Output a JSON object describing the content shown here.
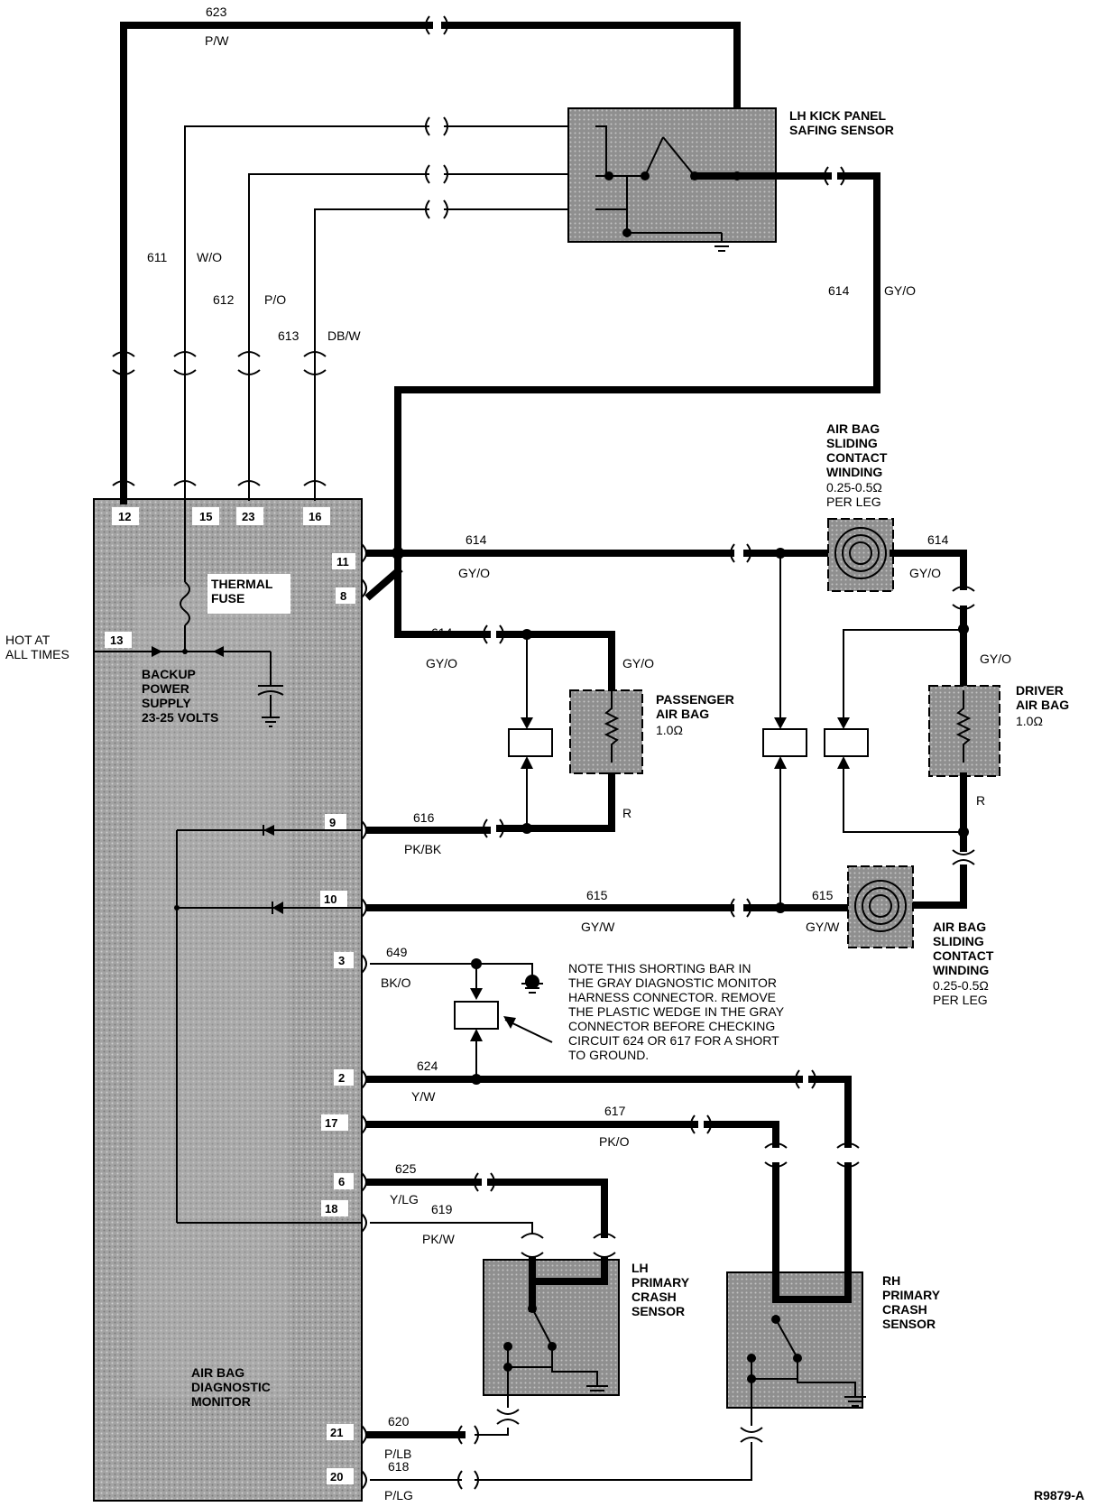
{
  "monitor": {
    "name": "AIR BAG\nDIAGNOSTIC\nMONITOR",
    "thermal_fuse": "THERMAL\nFUSE",
    "backup": "BACKUP\nPOWER\nSUPPLY\n23-25 VOLTS",
    "hot": "HOT AT\nALL TIMES"
  },
  "components": {
    "safing": "LH KICK PANEL\nSAFING SENSOR",
    "clockspring_top": "AIR BAG\nSLIDING\nCONTACT\nWINDING",
    "clockspring_top_spec": "0.25-0.5Ω\nPER LEG",
    "passenger": "PASSENGER\nAIR BAG",
    "passenger_spec": "1.0Ω",
    "driver": "DRIVER\nAIR BAG",
    "driver_spec": "1.0Ω",
    "clockspring_bottom": "AIR BAG\nSLIDING\nCONTACT\nWINDING",
    "clockspring_bottom_spec": "0.25-0.5Ω\nPER LEG",
    "lh_crash": "LH\nPRIMARY\nCRASH\nSENSOR",
    "rh_crash": "RH\nPRIMARY\nCRASH\nSENSOR"
  },
  "pins": {
    "p12": "12",
    "p15": "15",
    "p23": "23",
    "p16": "16",
    "p13": "13",
    "p11": "11",
    "p8": "8",
    "p9": "9",
    "p10": "10",
    "p3": "3",
    "p2": "2",
    "p17": "17",
    "p6": "6",
    "p18": "18",
    "p21": "21",
    "p20": "20"
  },
  "circuits": {
    "c623": "623",
    "c623_color": "P/W",
    "c611": "611",
    "c611_color": "W/O",
    "c612": "612",
    "c612_color": "P/O",
    "c613": "613",
    "c613_color": "DB/W",
    "c614_riser": "614",
    "c614_riser_color": "GY/O",
    "c614_main": "614",
    "c614_main_color": "GY/O",
    "c614_pass": "614",
    "c614_pass_color": "GY/O",
    "c614_pass_right_color": "GY/O",
    "c614_cs": "614",
    "c614_cs_color": "GY/O",
    "c614_driver_color": "GY/O",
    "pass_r": "R",
    "driver_r": "R",
    "c616": "616",
    "c616_color": "PK/BK",
    "c615": "615",
    "c615_color": "GY/W",
    "c615_cs": "615",
    "c615_cs_color": "GY/W",
    "c649": "649",
    "c649_color": "BK/O",
    "c624": "624",
    "c624_color": "Y/W",
    "c617": "617",
    "c617_color": "PK/O",
    "c625": "625",
    "c625_color": "Y/LG",
    "c619": "619",
    "c619_color": "PK/W",
    "c620": "620",
    "c620_color": "P/LB",
    "c618": "618",
    "c618_color": "P/LG"
  },
  "note": "NOTE THIS SHORTING BAR IN\nTHE GRAY DIAGNOSTIC MONITOR\nHARNESS CONNECTOR. REMOVE\nTHE PLASTIC WEDGE IN THE GRAY\nCONNECTOR BEFORE CHECKING\nCIRCUIT 624 OR 617 FOR A SHORT\nTO GROUND.",
  "figure_id": "R9879-A"
}
